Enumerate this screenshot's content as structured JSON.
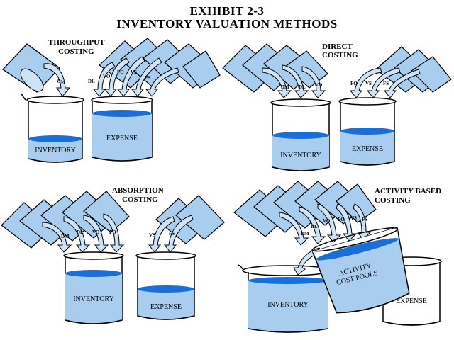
{
  "title": {
    "line1": "EXHIBIT 2-3",
    "line2": "INVENTORY VALUATION METHODS"
  },
  "colors": {
    "beaker_fill": "#a9cdee",
    "liquid_surface": "#1a6ed8",
    "outline": "#000000",
    "arrow_fill": "#cfe3f6"
  },
  "panels": {
    "throughput": {
      "heading": [
        "THROUGHPUT",
        "COSTING"
      ],
      "inventory_label": "INVENTORY",
      "expense_label": "EXPENSE",
      "arrows_to_inventory": [
        "DM"
      ],
      "arrows_to_expense": [
        "DL",
        "VO",
        "FO",
        "VS",
        "FS"
      ]
    },
    "direct": {
      "heading": [
        "DIRECT",
        "COSTING"
      ],
      "inventory_label": "INVENTORY",
      "expense_label": "EXPENSE",
      "arrows_to_inventory": [
        "DM",
        "DL",
        "VO"
      ],
      "arrows_to_expense": [
        "FO",
        "VS",
        "FS"
      ]
    },
    "absorption": {
      "heading": [
        "ABSORPTION",
        "COSTING"
      ],
      "inventory_label": "INVENTORY",
      "expense_label": "EXPENSE",
      "arrows_to_inventory": [
        "DM",
        "DL",
        "VO",
        "FO"
      ],
      "arrows_to_expense": [
        "VS",
        "FS"
      ]
    },
    "activity": {
      "heading": [
        "ACTIVITY BASED",
        "COSTING"
      ],
      "inventory_label": "INVENTORY",
      "expense_label": "EXPENSE",
      "pool_label": [
        "ACTIVITY",
        "COST POOLS"
      ],
      "arrows_to_pools": [
        "DM",
        "DL",
        "VO",
        "FO",
        "VS",
        "FS"
      ]
    }
  }
}
